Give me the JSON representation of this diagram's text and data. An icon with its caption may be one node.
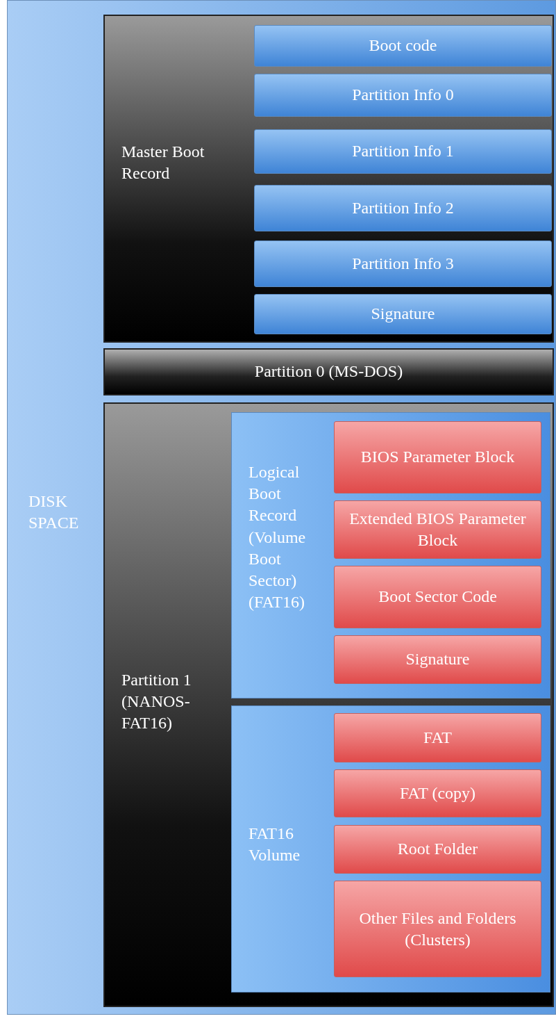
{
  "diagram": {
    "nodes": [
      {
        "text": [
          "DISK SPACE"
        ]
      },
      {
        "text": [
          "Master Boot Record"
        ],
        "in": 0
      },
      {
        "text": [
          "Boot code"
        ],
        "in": 1
      },
      {
        "text": [
          "Partition Info 0"
        ],
        "in": 1
      },
      {
        "text": [
          "Partition Info 1"
        ],
        "in": 1
      },
      {
        "text": [
          "Partition Info 2"
        ],
        "in": 1
      },
      {
        "text": [
          "Partition Info 3"
        ],
        "in": 1
      },
      {
        "text": [
          "Signature"
        ],
        "in": 1
      },
      {
        "text": [
          "Partition 0 (MS-DOS)"
        ],
        "in": 0
      },
      {
        "text": [
          "Partition 1 (NANOS-FAT16)"
        ],
        "in": 0
      },
      {
        "text": [
          "Logical Boot Record (Volume Boot Sector) (FAT16)"
        ],
        "in": 9
      },
      {
        "text": [
          "BIOS Parameter Block"
        ],
        "in": 10
      },
      {
        "text": [
          "Extended BIOS Parameter Block"
        ],
        "in": 10
      },
      {
        "text": [
          "Boot Sector Code"
        ],
        "in": 10
      },
      {
        "text": [
          "Signature"
        ],
        "in": 10
      },
      {
        "text": [
          "FAT16 Volume"
        ],
        "in": 9
      },
      {
        "text": [
          "FAT"
        ],
        "in": 15
      },
      {
        "text": [
          "FAT (copy)"
        ],
        "in": 15
      },
      {
        "text": [
          "Root Folder"
        ],
        "in": 15
      },
      {
        "text": [
          "Other Files and Folders (Clusters)"
        ],
        "in": 15
      }
    ]
  }
}
